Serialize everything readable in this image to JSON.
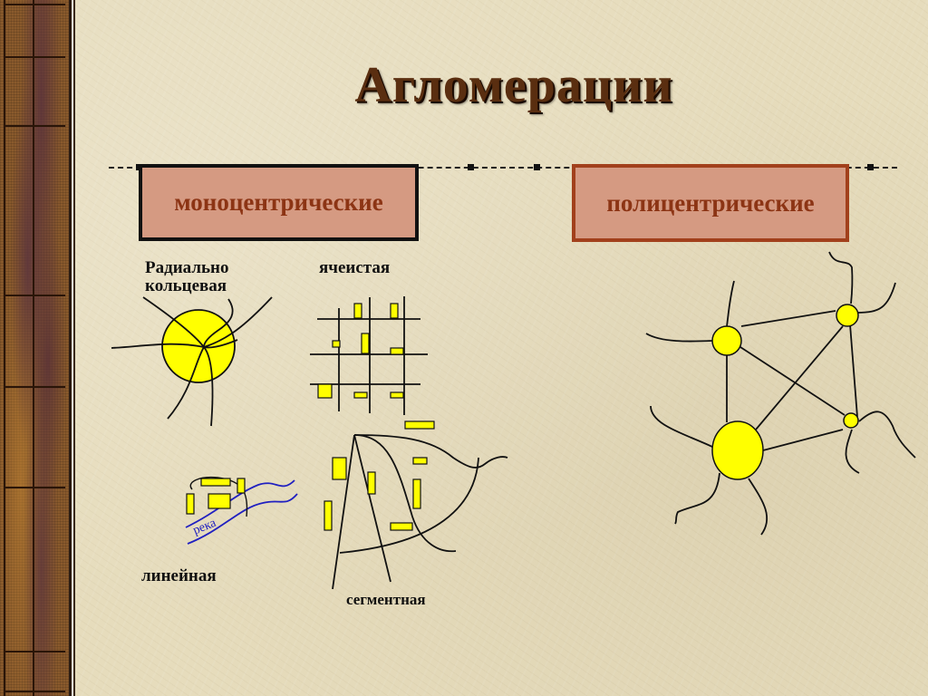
{
  "slide": {
    "title": "Агломерации",
    "colors": {
      "background": "#e6dcbc",
      "title": "#5a2e10",
      "box_fill": "#d59a82",
      "box_text": "#8c3414",
      "mono_border": "#111111",
      "poly_border": "#a2401c",
      "node_fill": "#ffff00",
      "river": "#2020c0"
    }
  },
  "categories": {
    "monocentric": {
      "label": "моноцентрические",
      "selected": true
    },
    "polycentric": {
      "label": "полицентрические",
      "selected": false
    }
  },
  "diagrams": {
    "radial_ring": {
      "label_line1": "Радиально",
      "label_line2": "кольцевая"
    },
    "cellular": {
      "label": "ячеистая"
    },
    "linear": {
      "label": "линейная",
      "river_label": "река"
    },
    "segment": {
      "label": "сегментная"
    },
    "polycentric_network": {
      "nodes": 4
    }
  }
}
